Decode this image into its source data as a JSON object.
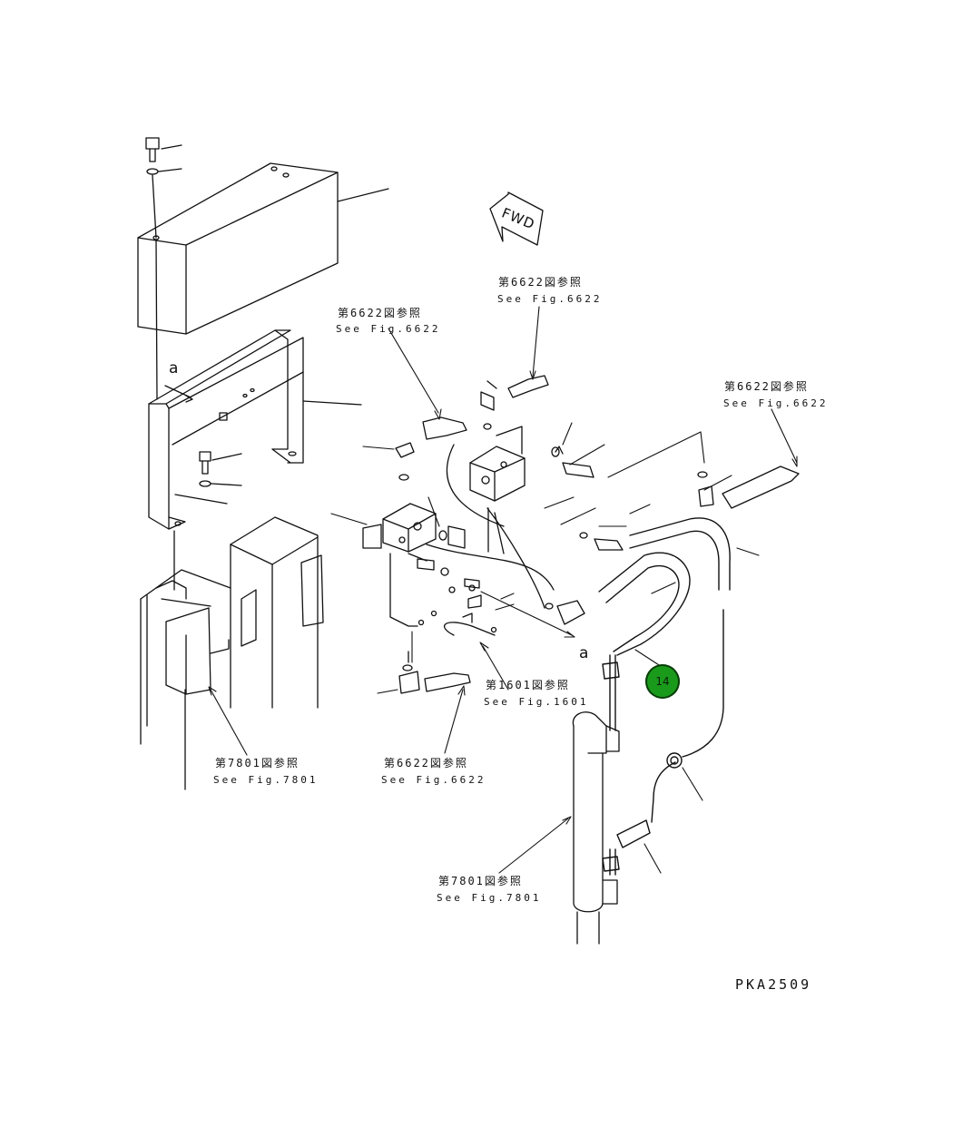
{
  "diagram": {
    "fwd_label": "FWD",
    "refs": [
      {
        "jp": "第6622図参照",
        "en": "See Fig.6622"
      },
      {
        "jp": "第6622図参照",
        "en": "See Fig.6622"
      },
      {
        "jp": "第6622図参照",
        "en": "See Fig.6622"
      },
      {
        "jp": "第1601図参照",
        "en": "See Fig.1601"
      },
      {
        "jp": "第6622図参照",
        "en": "See Fig.6622"
      },
      {
        "jp": "第7801図参照",
        "en": "See Fig.7801"
      },
      {
        "jp": "第7801図参照",
        "en": "See Fig.7801"
      }
    ],
    "marker_a": "a",
    "callout": "14",
    "drawing_code": "PKA2509"
  }
}
